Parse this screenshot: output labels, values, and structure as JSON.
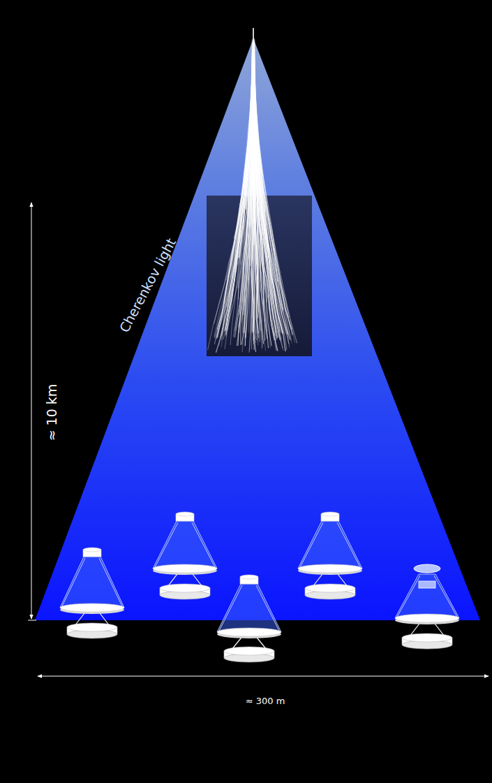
{
  "diagram": {
    "labels": [
      "Cherenkov light",
      "≈ 10 km",
      "≈ 300 m"
    ]
  }
}
